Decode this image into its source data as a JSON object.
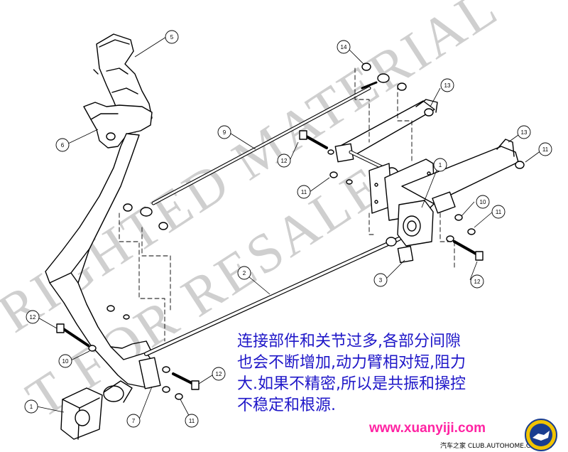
{
  "watermark": {
    "line1": "RIGHTED MATERIAL",
    "line2": "T FOR RESALE"
  },
  "callouts": [
    {
      "id": "5",
      "label": "5"
    },
    {
      "id": "14",
      "label": "14"
    },
    {
      "id": "13a",
      "label": "13"
    },
    {
      "id": "13b",
      "label": "13"
    },
    {
      "id": "6",
      "label": "6"
    },
    {
      "id": "9",
      "label": "9"
    },
    {
      "id": "12a",
      "label": "12"
    },
    {
      "id": "1a",
      "label": "1"
    },
    {
      "id": "11a",
      "label": "11"
    },
    {
      "id": "11b",
      "label": "11"
    },
    {
      "id": "10a",
      "label": "10"
    },
    {
      "id": "11c",
      "label": "11"
    },
    {
      "id": "2",
      "label": "2"
    },
    {
      "id": "3",
      "label": "3"
    },
    {
      "id": "12b",
      "label": "12"
    },
    {
      "id": "12c",
      "label": "12"
    },
    {
      "id": "10b",
      "label": "10"
    },
    {
      "id": "12d",
      "label": "12"
    },
    {
      "id": "1b",
      "label": "1"
    },
    {
      "id": "7",
      "label": "7"
    },
    {
      "id": "11d",
      "label": "11"
    }
  ],
  "caption": {
    "line1": "连接部件和关节过多,各部分间隙",
    "line2": "也会不断增加,动力臂相对短,阻力",
    "line3": "大.如果不精密,所以是共振和操控",
    "line4": "不稳定和根源."
  },
  "footer": {
    "url": "www.xuanyiji.com",
    "note": "汽车之家 CLUB.AUTOHOME.COM.CN"
  },
  "colors": {
    "caption": "#1f17c8",
    "url": "#ff23a3",
    "line": "#000000",
    "watermark": "#bfbfbf"
  }
}
